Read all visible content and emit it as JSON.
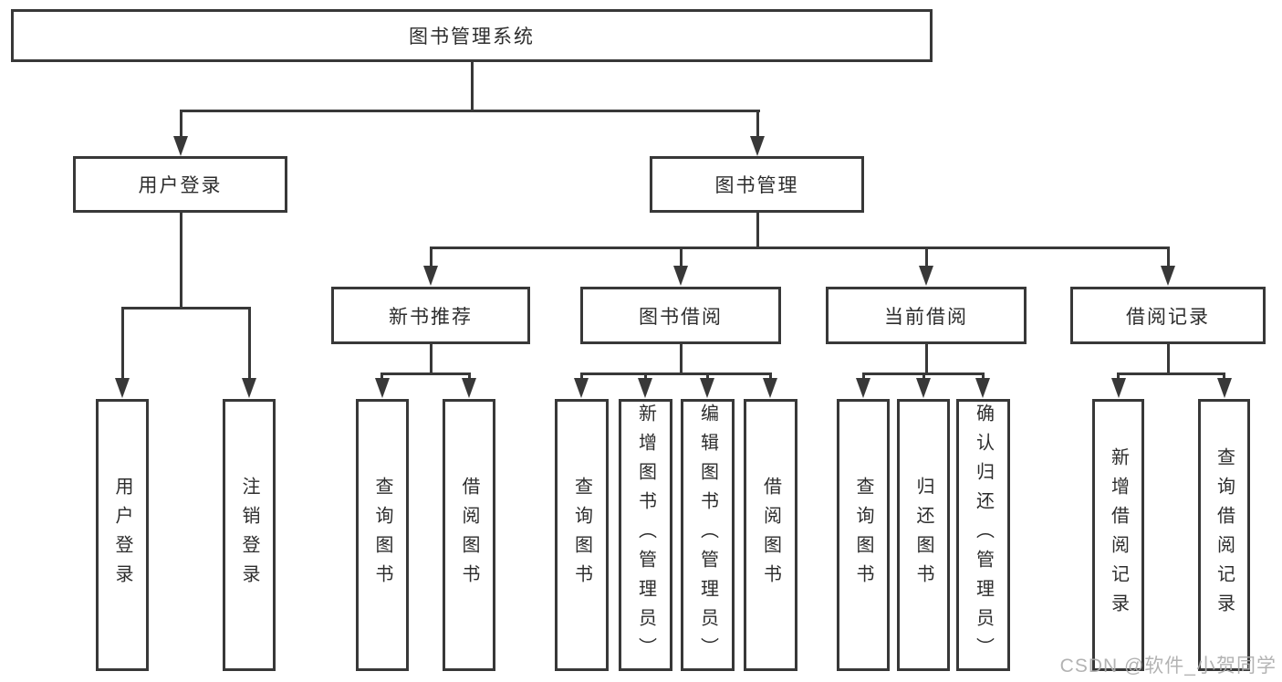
{
  "diagram": {
    "root": {
      "label": "图书管理系统"
    },
    "branches": [
      {
        "label": "用户登录",
        "children": [
          {
            "label": "用户登录"
          },
          {
            "label": "注销登录"
          }
        ]
      },
      {
        "label": "图书管理",
        "children": [
          {
            "label": "新书推荐",
            "children": [
              {
                "label": "查询图书"
              },
              {
                "label": "借阅图书"
              }
            ]
          },
          {
            "label": "图书借阅",
            "children": [
              {
                "label": "查询图书"
              },
              {
                "label": "新增图书（管理员）"
              },
              {
                "label": "编辑图书（管理员）"
              },
              {
                "label": "借阅图书"
              }
            ]
          },
          {
            "label": "当前借阅",
            "children": [
              {
                "label": "查询图书"
              },
              {
                "label": "归还图书"
              },
              {
                "label": "确认归还（管理员）"
              }
            ]
          },
          {
            "label": "借阅记录",
            "children": [
              {
                "label": "新增借阅记录"
              },
              {
                "label": "查询借阅记录"
              }
            ]
          }
        ]
      }
    ]
  },
  "watermark": {
    "text": "CSDN @软件_小贺同学"
  },
  "colors": {
    "line": "#383838",
    "box_border": "#383838",
    "text": "#2d2d2d",
    "watermark": "#adadad",
    "background": "#ffffff"
  }
}
